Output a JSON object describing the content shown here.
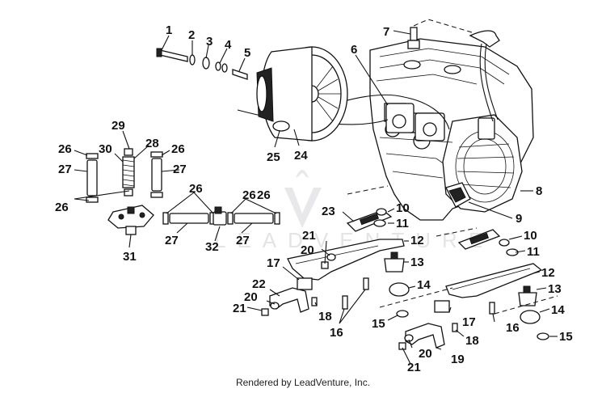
{
  "diagram": {
    "labels": [
      "1",
      "2",
      "3",
      "4",
      "5",
      "6",
      "7",
      "8",
      "9",
      "10",
      "10",
      "11",
      "11",
      "12",
      "12",
      "13",
      "13",
      "14",
      "14",
      "15",
      "15",
      "16",
      "16",
      "17",
      "17",
      "18",
      "18",
      "19",
      "20",
      "20",
      "20",
      "21",
      "21",
      "21",
      "22",
      "23",
      "24",
      "25",
      "26",
      "26",
      "26",
      "26",
      "26",
      "26",
      "27",
      "27",
      "27",
      "27",
      "28",
      "29",
      "30",
      "31",
      "32"
    ]
  },
  "watermark": {
    "text": "LEADVENTURE"
  },
  "footer": {
    "credit": "Rendered by LeadVenture, Inc."
  }
}
